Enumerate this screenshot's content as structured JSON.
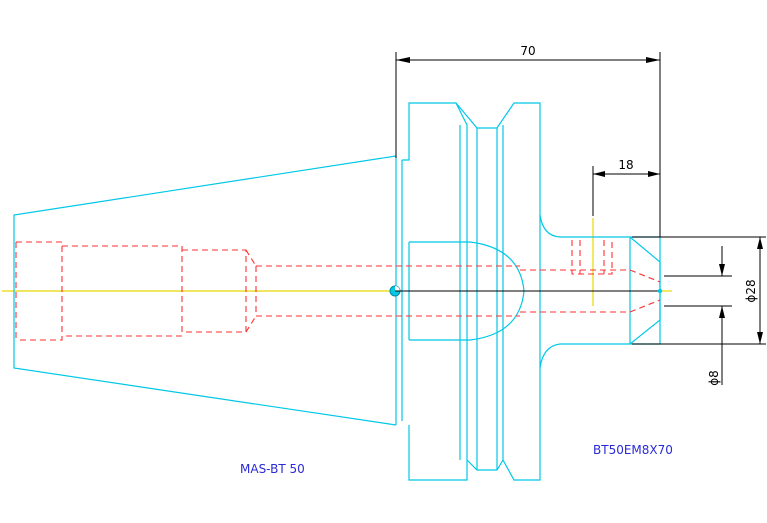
{
  "dimensions": {
    "overall_length": "70",
    "shank_length": "18",
    "outer_diameter": "ϕ28",
    "bore_diameter": "ϕ8"
  },
  "labels": {
    "taper_standard": "MAS-BT 50",
    "part_number": "BT50EM8X70"
  },
  "colors": {
    "outline": "#00c8e6",
    "hidden_lines": "#ff3030",
    "center_line": "#e8d800",
    "dimension": "#000000",
    "label_text": "#2a2ad8"
  }
}
